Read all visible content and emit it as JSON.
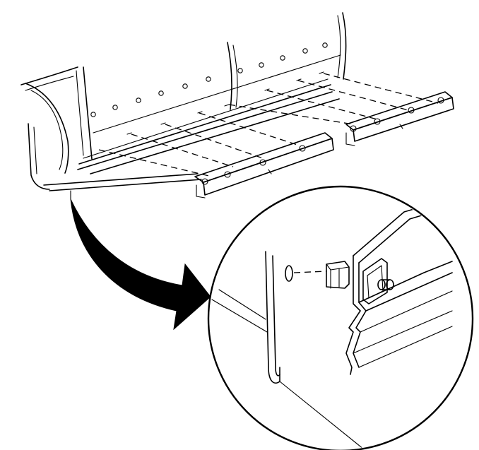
{
  "diagram": {
    "line_color": "#000000",
    "background_color": "#ffffff",
    "parts": [
      {
        "id": "body-side-panel",
        "icon": "body-panel-icon"
      },
      {
        "id": "rocker-molding-rear",
        "icon": "molding-rail-icon"
      },
      {
        "id": "rocker-molding-front",
        "icon": "molding-rail-icon"
      },
      {
        "id": "mounting-clip",
        "icon": "clip-icon"
      },
      {
        "id": "detail-view",
        "icon": "magnifier-circle-icon"
      },
      {
        "id": "callout-arrow",
        "icon": "curved-arrow-icon"
      }
    ]
  }
}
